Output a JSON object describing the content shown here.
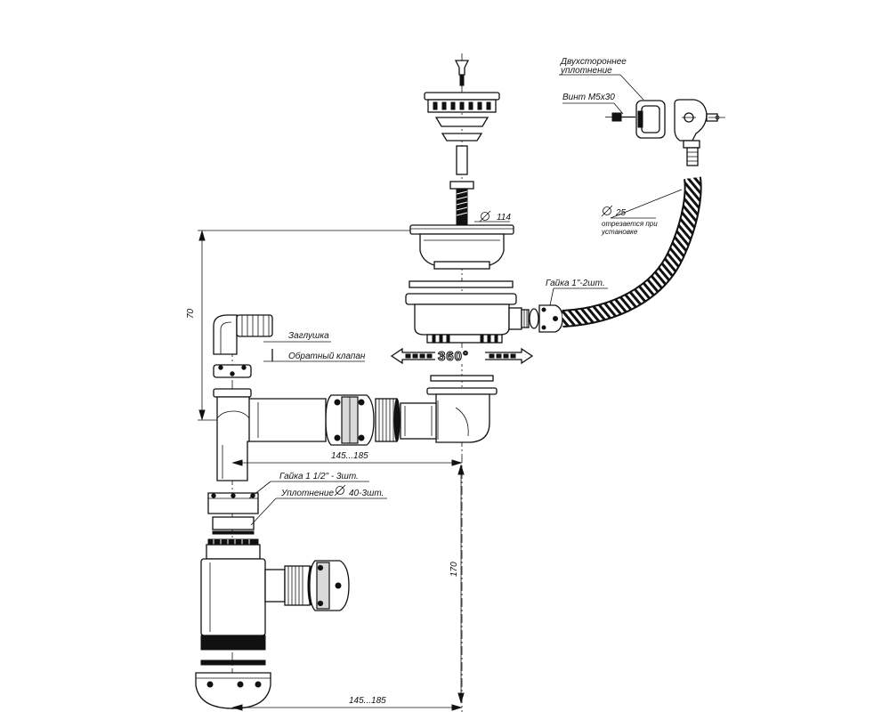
{
  "labels": {
    "double_seal_line1": "Двухстороннее",
    "double_seal_line2": "уплотнение",
    "screw": "Винт М5х30",
    "hose_diameter": "25",
    "hose_note_line1": "отрезается при",
    "hose_note_line2": "установке",
    "strainer_diameter": "114",
    "nut_1in": "Гайка 1\"-2шт.",
    "plug": "Заглушка",
    "check_valve": "Обратный клапан",
    "rotation": "360°",
    "nut_1_5in": "Гайка 1 1/2\" - 3шт.",
    "seal_40": "Уплотнение",
    "seal_40_value": "40-3шт."
  },
  "dimensions": {
    "height_70": "70",
    "width_upper": "145...185",
    "height_170": "170",
    "width_lower": "145...185"
  },
  "icons": {
    "diameter": "diameter-icon",
    "rotation_arrow": "double-arrow-icon"
  }
}
